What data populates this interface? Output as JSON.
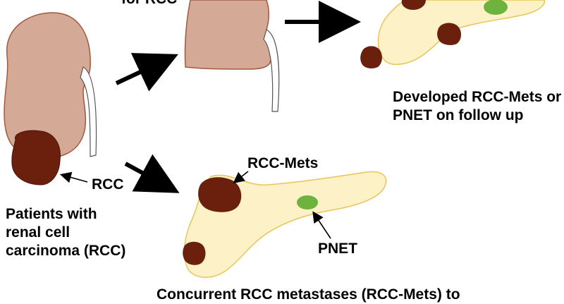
{
  "labels": {
    "top_cut": "for RCC",
    "rcc": "RCC",
    "patients_lines": [
      "Patients with",
      "renal cell",
      "carcinoma (RCC)"
    ],
    "developed_lines": [
      "Developed RCC-Mets or",
      "PNET on follow up"
    ],
    "rcc_mets": "RCC-Mets",
    "pnet": "PNET",
    "bottom_cut": "Concurrent RCC metastases (RCC-Mets) to"
  },
  "colors": {
    "kidney_fill": "#d4a996",
    "kidney_stroke": "#a05a3e",
    "tumor_fill": "#6b200e",
    "pancreas_fill": "#fdf1c7",
    "pancreas_stroke": "#e8c55a",
    "pnet_fill": "#6fb33f",
    "arrow": "#000000"
  }
}
